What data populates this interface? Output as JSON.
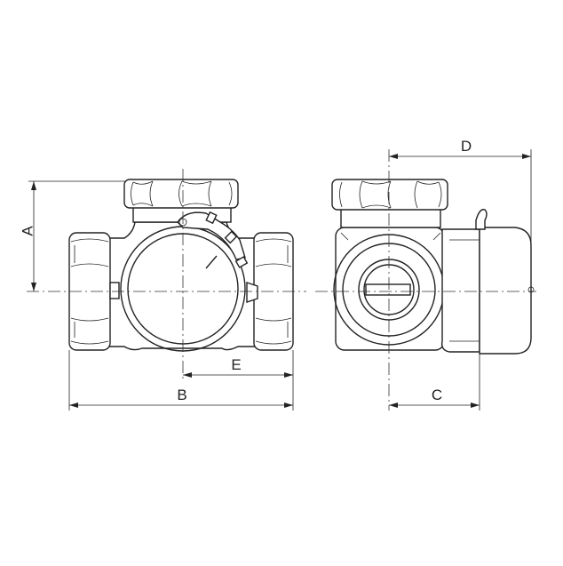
{
  "labels": {
    "A": "A",
    "B": "B",
    "C": "C",
    "D": "D",
    "E": "E"
  }
}
